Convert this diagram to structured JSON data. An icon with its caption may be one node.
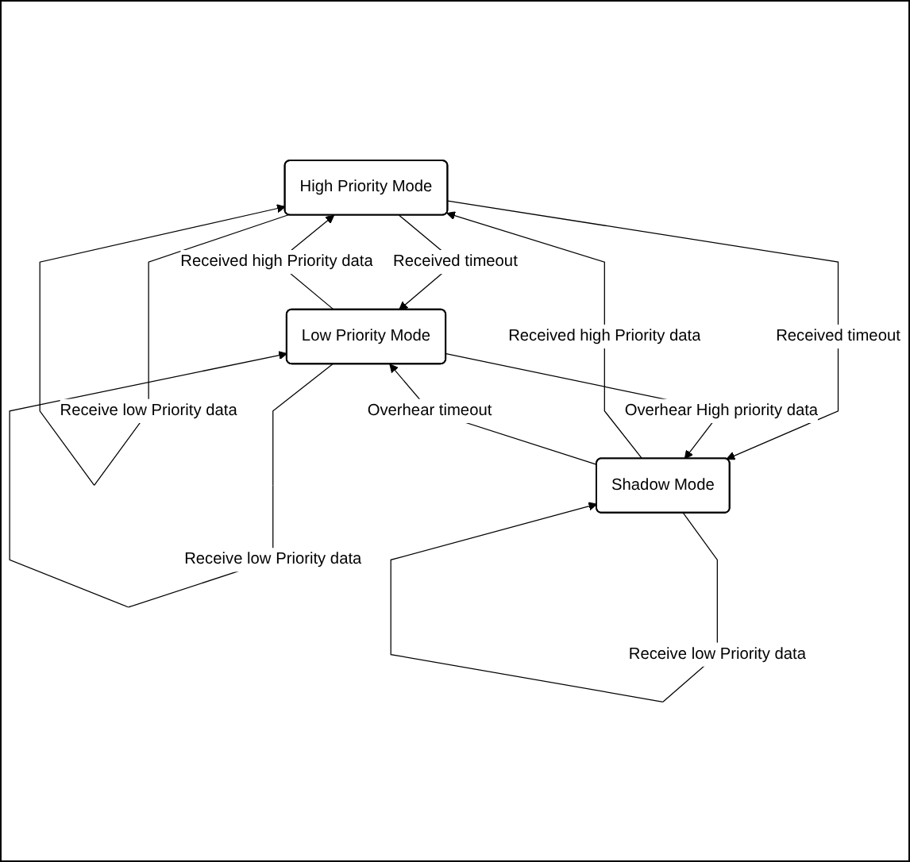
{
  "diagram": {
    "nodes": [
      {
        "text": [
          "High Priority Mode"
        ]
      },
      {
        "text": [
          "Low Priority Mode"
        ]
      },
      {
        "text": [
          "Shadow Mode"
        ]
      }
    ],
    "edges": [
      {
        "from": 0,
        "to": 0,
        "arrow": "to",
        "label": "Receive low Priority data"
      },
      {
        "from": 0,
        "to": 1,
        "arrow": "to",
        "label": "Received timeout"
      },
      {
        "from": 1,
        "to": 0,
        "arrow": "to",
        "label": "Received high Priority data"
      },
      {
        "from": 0,
        "to": 2,
        "arrow": "to",
        "label": "Received timeout"
      },
      {
        "from": 2,
        "to": 0,
        "arrow": "to",
        "label": "Received high Priority data"
      },
      {
        "from": 2,
        "to": 1,
        "arrow": "to",
        "label": "Overhear timeout"
      },
      {
        "from": 1,
        "to": 2,
        "arrow": "to",
        "label": "Overhear High priority data"
      },
      {
        "from": 1,
        "to": 1,
        "arrow": "to",
        "label": "Receive low Priority data"
      },
      {
        "from": 2,
        "to": 2,
        "arrow": "to",
        "label": "Receive low Priority data"
      }
    ]
  }
}
